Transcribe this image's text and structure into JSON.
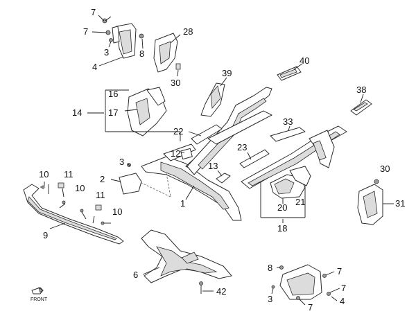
{
  "callouts": {
    "c1": "1",
    "c2": "2",
    "c3a": "3",
    "c3b": "3",
    "c3c": "3",
    "c4a": "4",
    "c4b": "4",
    "c6": "6",
    "c7a": "7",
    "c7b": "7",
    "c7c": "7",
    "c7d": "7",
    "c7e": "7",
    "c8a": "8",
    "c8b": "8",
    "c9": "9",
    "c10a": "10",
    "c10b": "10",
    "c10c": "10",
    "c11a": "11",
    "c11b": "11",
    "c12": "12",
    "c13": "13",
    "c14": "14",
    "c16": "16",
    "c17": "17",
    "c18": "18",
    "c20": "20",
    "c21": "21",
    "c22": "22",
    "c23": "23",
    "c28": "28",
    "c30a": "30",
    "c30b": "30",
    "c31": "31",
    "c33": "33",
    "c38": "38",
    "c39": "39",
    "c40": "40",
    "c42": "42"
  },
  "front_label": "FRONT",
  "icons": {
    "front": "front-arrow-icon"
  }
}
